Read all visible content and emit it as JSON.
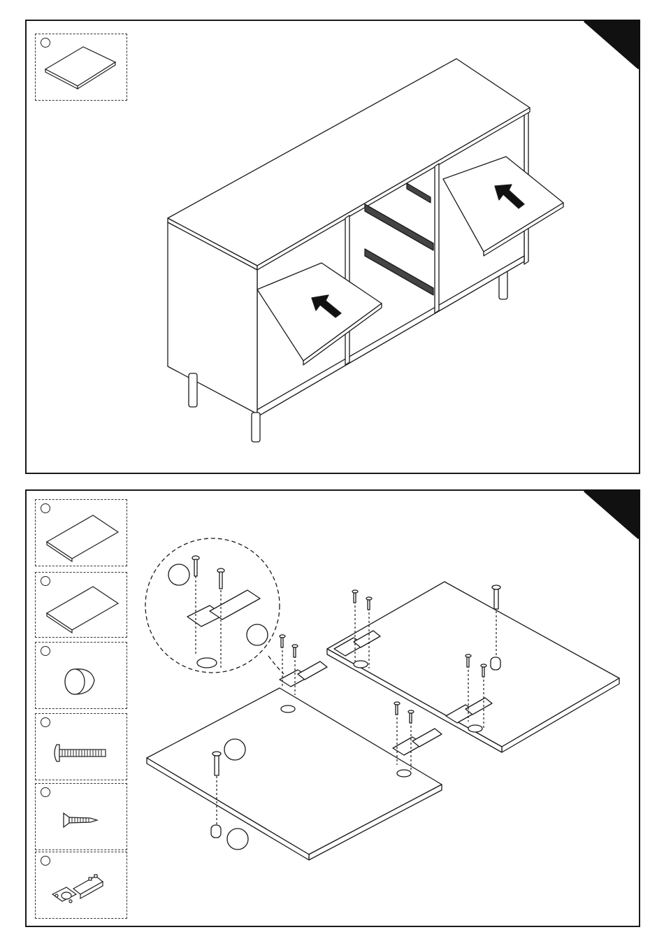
{
  "steps": [
    {
      "parts": [
        {
          "id": "shelf-board",
          "icon": "shelf-board-icon"
        }
      ]
    },
    {
      "parts": [
        {
          "id": "door-panel-a",
          "icon": "door-panel-icon"
        },
        {
          "id": "door-panel-b",
          "icon": "door-panel-icon"
        },
        {
          "id": "knob",
          "icon": "knob-icon"
        },
        {
          "id": "machine-screw",
          "icon": "machine-screw-icon"
        },
        {
          "id": "wood-screw",
          "icon": "wood-screw-icon"
        },
        {
          "id": "hinge",
          "icon": "hinge-icon"
        }
      ]
    }
  ],
  "colors": {
    "ink": "#1a1a1a",
    "paper": "#ffffff",
    "corner": "#111111"
  }
}
